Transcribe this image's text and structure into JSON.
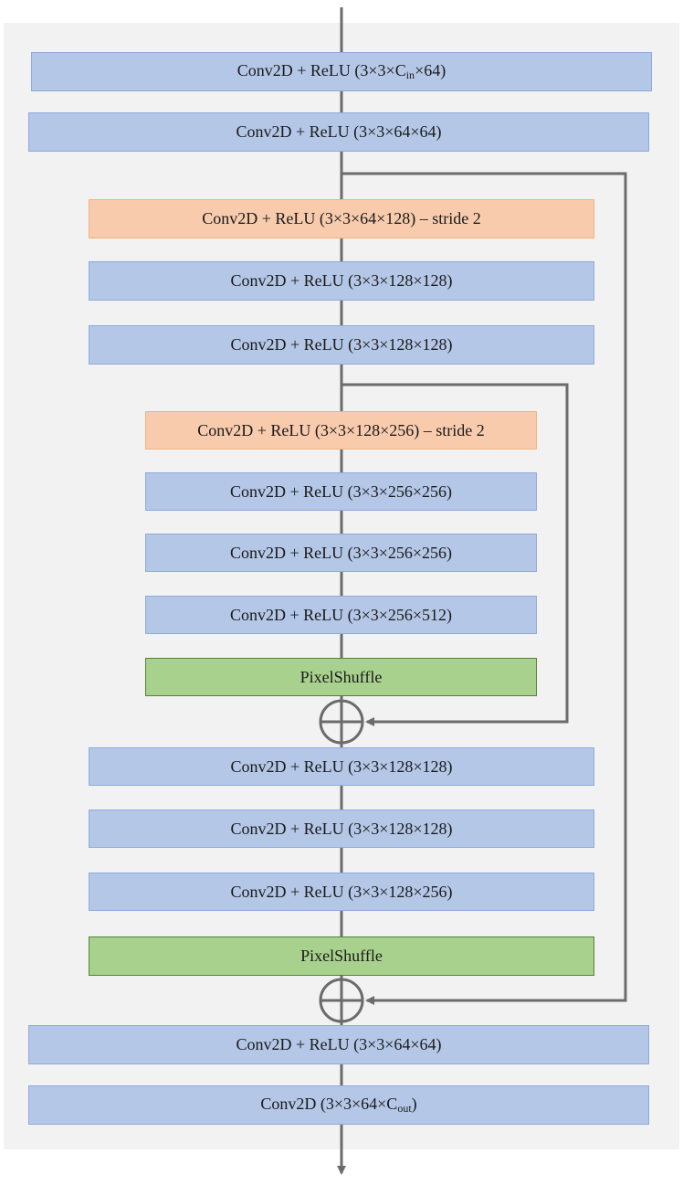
{
  "colors": {
    "conv": "#b4c7e7",
    "downsample": "#f8cbad",
    "pixelshuffle": "#a9d18e",
    "wire": "#6b6b6b",
    "panel": "#f2f2f2"
  },
  "icons": {
    "sum_node": "circle-plus-icon",
    "arrow": "arrow-head-icon"
  },
  "blocks": [
    {
      "kind": "conv",
      "text": "Conv2D + ReLU (3×3×C",
      "sub": "in",
      "tail": "×64)"
    },
    {
      "kind": "conv",
      "text": "Conv2D + ReLU (3×3×64×64)"
    },
    {
      "kind": "down",
      "text": "Conv2D + ReLU  (3×3×64×128) – stride 2"
    },
    {
      "kind": "conv",
      "text": "Conv2D + ReLU (3×3×128×128)"
    },
    {
      "kind": "conv",
      "text": "Conv2D + ReLU (3×3×128×128)"
    },
    {
      "kind": "down",
      "text": "Conv2D + ReLU (3×3×128×256) – stride 2"
    },
    {
      "kind": "conv",
      "text": "Conv2D + ReLU (3×3×256×256)"
    },
    {
      "kind": "conv",
      "text": "Conv2D + ReLU (3×3×256×256)"
    },
    {
      "kind": "conv",
      "text": "Conv2D + ReLU (3×3×256×512)"
    },
    {
      "kind": "ps",
      "text": "PixelShuffle"
    },
    {
      "kind": "conv",
      "text": "Conv2D + ReLU (3×3×128×128)"
    },
    {
      "kind": "conv",
      "text": "Conv2D + ReLU (3×3×128×128)"
    },
    {
      "kind": "conv",
      "text": "Conv2D + ReLU (3×3×128×256)"
    },
    {
      "kind": "ps",
      "text": "PixelShuffle"
    },
    {
      "kind": "conv",
      "text": "Conv2D + ReLU (3×3×64×64)"
    },
    {
      "kind": "conv",
      "text": "Conv2D (3×3×64×C",
      "sub": "out",
      "tail": ")"
    }
  ]
}
